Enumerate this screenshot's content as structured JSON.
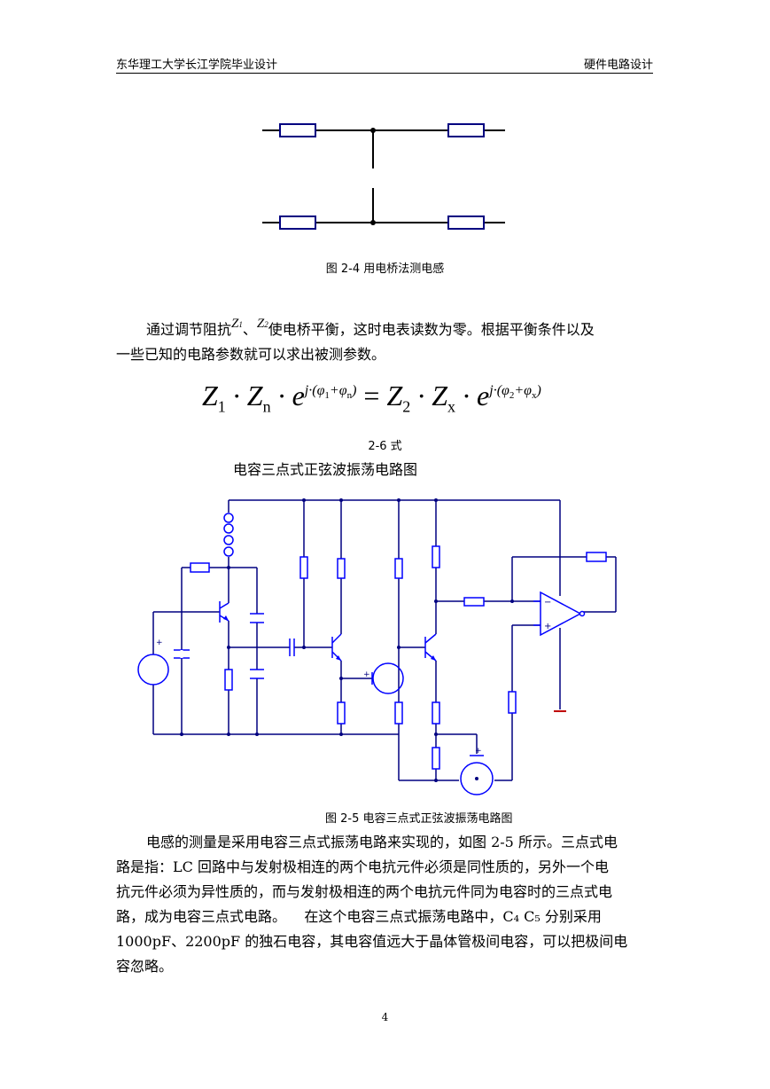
{
  "header": {
    "left": "东华理工大学长江学院毕业设计",
    "right": "硬件电路设计"
  },
  "figure1": {
    "caption": "图 2-4  用电桥法测电感"
  },
  "paragraph1": {
    "before": "通过调节阻抗",
    "z1": "Z",
    "z1_sub": "1",
    "sep": "、",
    "z2": "Z",
    "z2_sub": "2",
    "after": "使电桥平衡，这时电表读数为零。根据平衡条件以及",
    "line2": "一些已知的电路参数就可以求出被测参数。"
  },
  "equation": {
    "text": "Z₁·Zₙ·e^{j·(φ₁+φₙ)} = Z₂·Zₓ·e^{j·(φ₂+φₓ)}",
    "label": "2-6 式"
  },
  "figure2": {
    "title": "电容三点式正弦波振荡电路图",
    "caption": "图 2-5  电容三点式正弦波振荡电路图",
    "plus_sign": "+",
    "minus_sign": "−"
  },
  "paragraph2": {
    "lines": [
      "电感的测量是采用电容三点式振荡电路来实现的，如图 2-5 所示。三点式电",
      "路是指：LC 回路中与发射极相连的两个电抗元件必须是同性质的，另外一个电",
      "抗元件必须为异性质的，而与发射极相连的两个电抗元件同为电容时的三点式电",
      "路，成为电容三点式电路。    在这个电容三点式振荡电路中，C₄ C₅ 分别采用",
      "1000pF、2200pF 的独石电容，其电容值远大于晶体管极间电容，可以把极间电",
      "容忽略。"
    ]
  },
  "page_number": "4",
  "colors": {
    "wire": "#000080",
    "component": "#0000ff",
    "ground": "#c00000"
  }
}
